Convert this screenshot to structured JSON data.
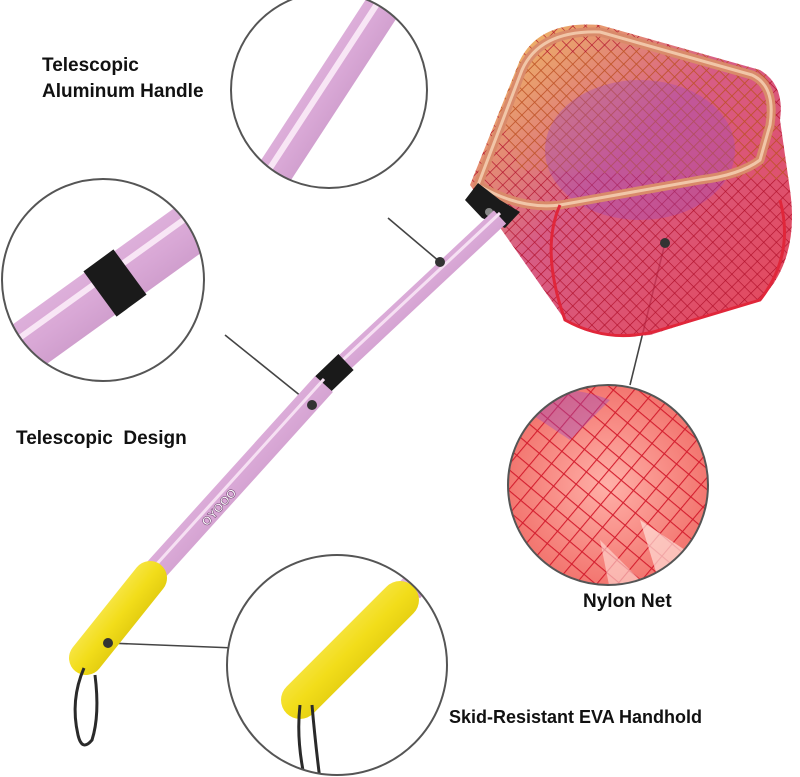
{
  "labels": {
    "telescopic_handle_line1": "Telescopic",
    "telescopic_handle_line2": "Aluminum Handle",
    "telescopic_design": "Telescopic  Design",
    "nylon_net": "Nylon Net",
    "eva_handhold": "Skid-Resistant EVA Handhold"
  },
  "brand_mark": "OYOOO",
  "colors": {
    "handle": "#d9a8d6",
    "handle_shade": "#b47fb3",
    "grip": "#f2dd1a",
    "collar": "#1a1a1a",
    "net_red": "#e0263a",
    "net_yellow": "#f1d33a",
    "net_purple": "#7a3fa0",
    "frame": "#d98a6a",
    "circle_border": "#555555",
    "callout_line": "#444444"
  }
}
